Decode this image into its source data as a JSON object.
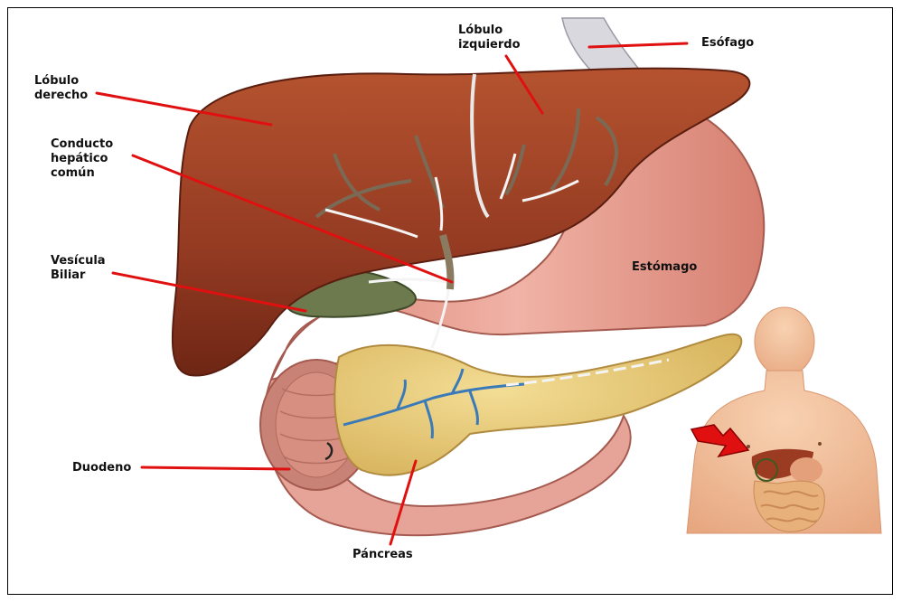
{
  "labels": {
    "right_lobe": "Lóbulo\nderecho",
    "left_lobe": "Lóbulo\nizquierdo",
    "esophagus": "Esófago",
    "hepatic_duct": "Conducto\nhepático\ncomún",
    "gallbladder": "Vesícula\nBiliar",
    "stomach": "Estómago",
    "duodenum": "Duodeno",
    "pancreas": "Páncreas"
  },
  "colors": {
    "leader_line": "#e01010",
    "liver": "#9a3b22",
    "stomach": "#e49a8e",
    "pancreas": "#e8cc78",
    "gallbladder": "#6d7a4e",
    "duct_white": "#f4f4f4",
    "skin": "#f2c09a"
  },
  "icons": {
    "pointer": "red-arrow-icon"
  }
}
